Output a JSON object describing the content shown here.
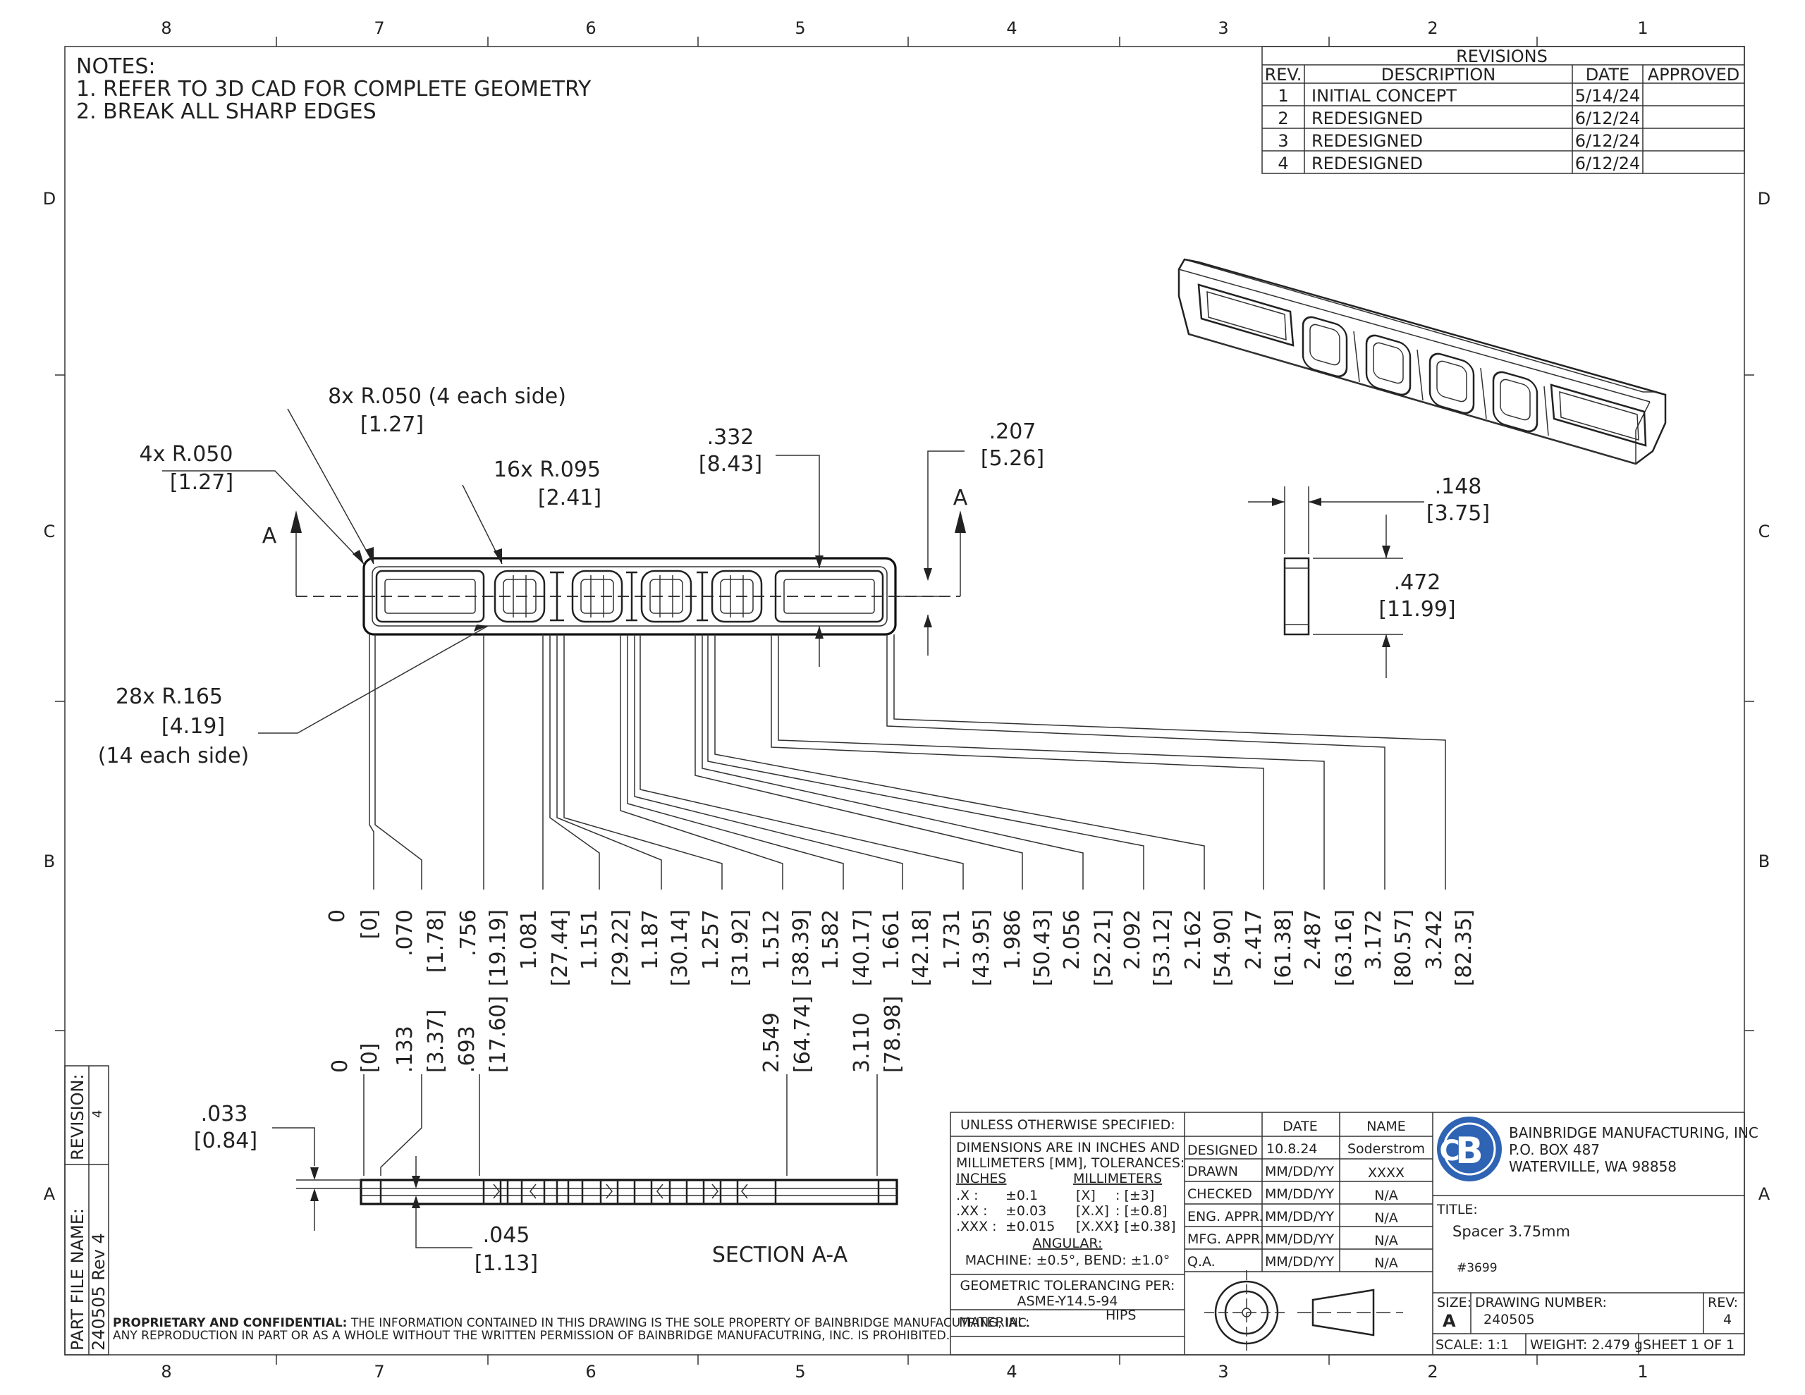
{
  "zones": {
    "cols": [
      "8",
      "7",
      "6",
      "5",
      "4",
      "3",
      "2",
      "1"
    ],
    "rows": [
      "D",
      "C",
      "B",
      "A"
    ]
  },
  "notes": [
    "NOTES:",
    "1.  REFER TO 3D CAD FOR COMPLETE GEOMETRY",
    "2.  BREAK ALL SHARP EDGES"
  ],
  "revisions": {
    "title": "REVISIONS",
    "headers": [
      "REV.",
      "DESCRIPTION",
      "DATE",
      "APPROVED"
    ],
    "rows": [
      [
        "1",
        "INITIAL CONCEPT",
        "5/14/24",
        ""
      ],
      [
        "2",
        "REDESIGNED",
        "6/12/24",
        ""
      ],
      [
        "3",
        "REDESIGNED",
        "6/12/24",
        ""
      ],
      [
        "4",
        "REDESIGNED",
        "6/12/24",
        ""
      ]
    ]
  },
  "callouts": {
    "r050_8x": "8x  R.050  (4 each side)",
    "r050_8x_mm": "[1.27]",
    "r050_4x": "4x  R.050",
    "r050_4x_mm": "[1.27]",
    "r095": "16x  R.095",
    "r095_mm": "[2.41]",
    "d332": ".332",
    "d332_mm": "[8.43]",
    "d207": ".207",
    "d207_mm": "[5.26]",
    "r165": "28x  R.165",
    "r165_mm": "[4.19]",
    "r165_note": "(14 each side)",
    "d148": ".148",
    "d148_mm": "[3.75]",
    "d472": ".472",
    "d472_mm": "[11.99]",
    "section_a": "A",
    "d033": ".033",
    "d033_mm": "[0.84]",
    "d045": ".045",
    "d045_mm": "[1.13]",
    "section_label": "SECTION A-A"
  },
  "ordinate_top": [
    "0",
    "[0]",
    ".070",
    "[1.78]",
    ".756",
    "[19.19]",
    "1.081",
    "[27.44]",
    "1.151",
    "[29.22]",
    "1.187",
    "[30.14]",
    "1.257",
    "[31.92]",
    "1.512",
    "[38.39]",
    "1.582",
    "[40.17]",
    "1.661",
    "[42.18]",
    "1.731",
    "[43.95]",
    "1.986",
    "[50.43]",
    "2.056",
    "[52.21]",
    "2.092",
    "[53.12]",
    "2.162",
    "[54.90]",
    "2.417",
    "[61.38]",
    "2.487",
    "[63.16]",
    "3.172",
    "[80.57]",
    "3.242",
    "[82.35]"
  ],
  "ordinate_section": [
    "0",
    "[0]",
    ".133",
    "[3.37]",
    ".693",
    "[17.60]",
    "2.549",
    "[64.74]",
    "3.110",
    "[78.98]"
  ],
  "side_block": {
    "revision_label": "REVISION:",
    "revision_value": "4",
    "file_label": "PART FILE NAME:",
    "file_value": "240505 Rev 4"
  },
  "proprietary": {
    "bold": "PROPRIETARY AND CONFIDENTIAL:",
    "line1": " THE INFORMATION CONTAINED IN THIS DRAWING IS THE SOLE PROPERTY OF BAINBRIDGE MANUFACUTRING, INC.",
    "line2": "ANY REPRODUCTION IN PART OR AS A WHOLE WITHOUT THE WRITTEN PERMISSION OF BAINBRIDGE MANUFACUTRING, INC. IS PROHIBITED."
  },
  "tolerances": {
    "header": "UNLESS OTHERWISE SPECIFIED:",
    "line1": "DIMENSIONS ARE IN INCHES AND",
    "line2": "MILLIMETERS [MM], TOLERANCES:",
    "inches": "INCHES",
    "millimeters": "MILLIMETERS",
    "rows": [
      [
        ".X :",
        "±0.1",
        "[X]",
        ": [±3]"
      ],
      [
        ".XX :",
        "±0.03",
        "[X.X]",
        ": [±0.8]"
      ],
      [
        ".XXX :",
        "±0.015",
        "[X.XX]",
        ": [±0.38]"
      ]
    ],
    "angular": "ANGULAR:",
    "machine": "MACHINE: ±0.5°, BEND: ±1.0°",
    "gtol1": "GEOMETRIC TOLERANCING PER:",
    "gtol2": "ASME-Y14.5-94",
    "material_label": "MATERIAL:",
    "material_value": "HIPS"
  },
  "approvals": {
    "headers": [
      "DATE",
      "NAME"
    ],
    "rows": [
      [
        "DESIGNED",
        "10.8.24",
        "Soderstrom"
      ],
      [
        "DRAWN",
        "MM/DD/YY",
        "XXXX"
      ],
      [
        "CHECKED",
        "MM/DD/YY",
        "N/A"
      ],
      [
        "ENG. APPR.",
        "MM/DD/YY",
        "N/A"
      ],
      [
        "MFG. APPR.",
        "MM/DD/YY",
        "N/A"
      ],
      [
        "Q.A.",
        "MM/DD/YY",
        "N/A"
      ]
    ]
  },
  "company": {
    "name": "BAINBRIDGE MANUFACTURING, INC",
    "address1": "P.O. BOX 487",
    "address2": "WATERVILLE, WA 98858"
  },
  "title_block": {
    "title_label": "TITLE:",
    "title_value": "Spacer  3.75mm",
    "part_number": "#3699",
    "size_label": "SIZE:",
    "size_value": "A",
    "drawing_number_label": "DRAWING NUMBER:",
    "drawing_number_value": "240505",
    "rev_label": "REV:",
    "rev_value": "4",
    "scale": "SCALE: 1:1",
    "weight": "WEIGHT: 2.479 g",
    "sheet": "SHEET 1 OF 1"
  }
}
